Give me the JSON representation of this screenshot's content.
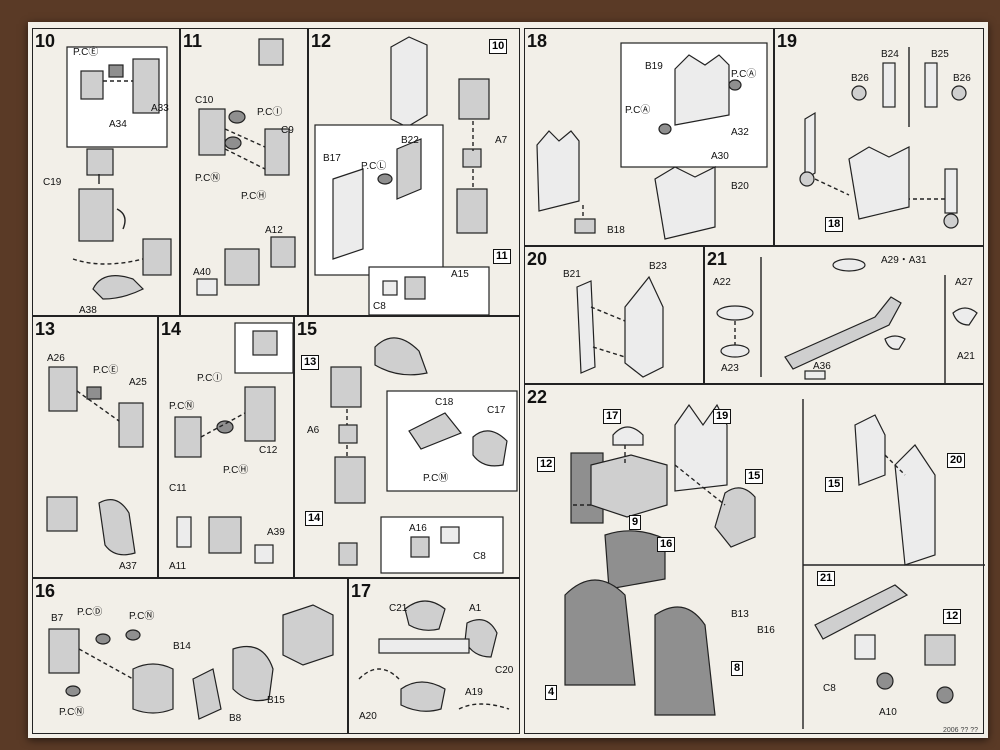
{
  "steps": {
    "s10": {
      "num": "10",
      "labels": [
        "P.CⒺ",
        "A33",
        "A34",
        "C19",
        "A38"
      ]
    },
    "s11": {
      "num": "11",
      "labels": [
        "C10",
        "P.CⒾ",
        "C9",
        "P.CⓃ",
        "P.CⒽ",
        "A12",
        "A40"
      ]
    },
    "s12": {
      "num": "12",
      "labels": [
        "10",
        "B22",
        "B17",
        "P.CⓁ",
        "A7",
        "A15",
        "C8",
        "11"
      ]
    },
    "s13": {
      "num": "13",
      "labels": [
        "A26",
        "P.CⒺ",
        "A25",
        "A37"
      ]
    },
    "s14": {
      "num": "14",
      "labels": [
        "P.CⒾ",
        "P.CⓃ",
        "C12",
        "P.CⒽ",
        "C11",
        "A11",
        "A39"
      ]
    },
    "s15": {
      "num": "15",
      "labels": [
        "13",
        "C18",
        "C17",
        "A6",
        "P.CⓂ",
        "14",
        "A16",
        "C8"
      ]
    },
    "s16": {
      "num": "16",
      "labels": [
        "B7",
        "P.CⒹ",
        "P.CⓃ",
        "B14",
        "P.CⓃ",
        "B15",
        "B8"
      ]
    },
    "s17": {
      "num": "17",
      "labels": [
        "C21",
        "A1",
        "C20",
        "A19",
        "A20"
      ]
    },
    "s18": {
      "num": "18",
      "labels": [
        "B19",
        "P.CⒶ",
        "P.CⒶ",
        "A32",
        "A30",
        "B20",
        "B18"
      ]
    },
    "s19": {
      "num": "19",
      "labels": [
        "B24",
        "B25",
        "B26",
        "B26",
        "18"
      ]
    },
    "s20": {
      "num": "20",
      "labels": [
        "B21",
        "B23"
      ]
    },
    "s21": {
      "num": "21",
      "labels": [
        "A22",
        "A23",
        "A29・A31",
        "A27",
        "A21",
        "A36"
      ]
    },
    "s22": {
      "num": "22",
      "labels": [
        "17",
        "19",
        "12",
        "15",
        "9",
        "16",
        "B13",
        "B16",
        "8",
        "4",
        "15",
        "20",
        "21",
        "C8",
        "A10",
        "12"
      ]
    }
  },
  "printcode": "2006 ?? ?? "
}
